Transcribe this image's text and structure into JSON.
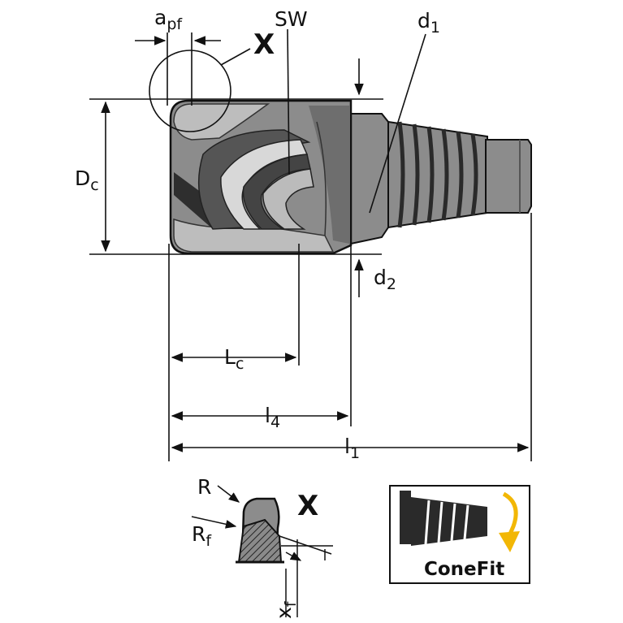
{
  "labels": {
    "a": "a",
    "a_sub": "pf",
    "sw": "SW",
    "d1": "d",
    "d1_sub": "1",
    "dc": "D",
    "dc_sub": "c",
    "d2": "d",
    "d2_sub": "2",
    "lc": "L",
    "lc_sub": "c",
    "l4": "l",
    "l4_sub": "4",
    "l1": "l",
    "l1_sub": "1",
    "x_top": "X",
    "x_detail": "X",
    "r": "R",
    "rf": "R",
    "rf_sub": "f",
    "xf": "x",
    "xf_sub": "f"
  },
  "logo": {
    "text": "ConeFit",
    "arrow_color": "#f2b705"
  },
  "colors": {
    "body_fill": "#8c8c8c",
    "dark_fill": "#3a3a3a",
    "light_fill": "#bdbdbd",
    "line": "#111111"
  }
}
